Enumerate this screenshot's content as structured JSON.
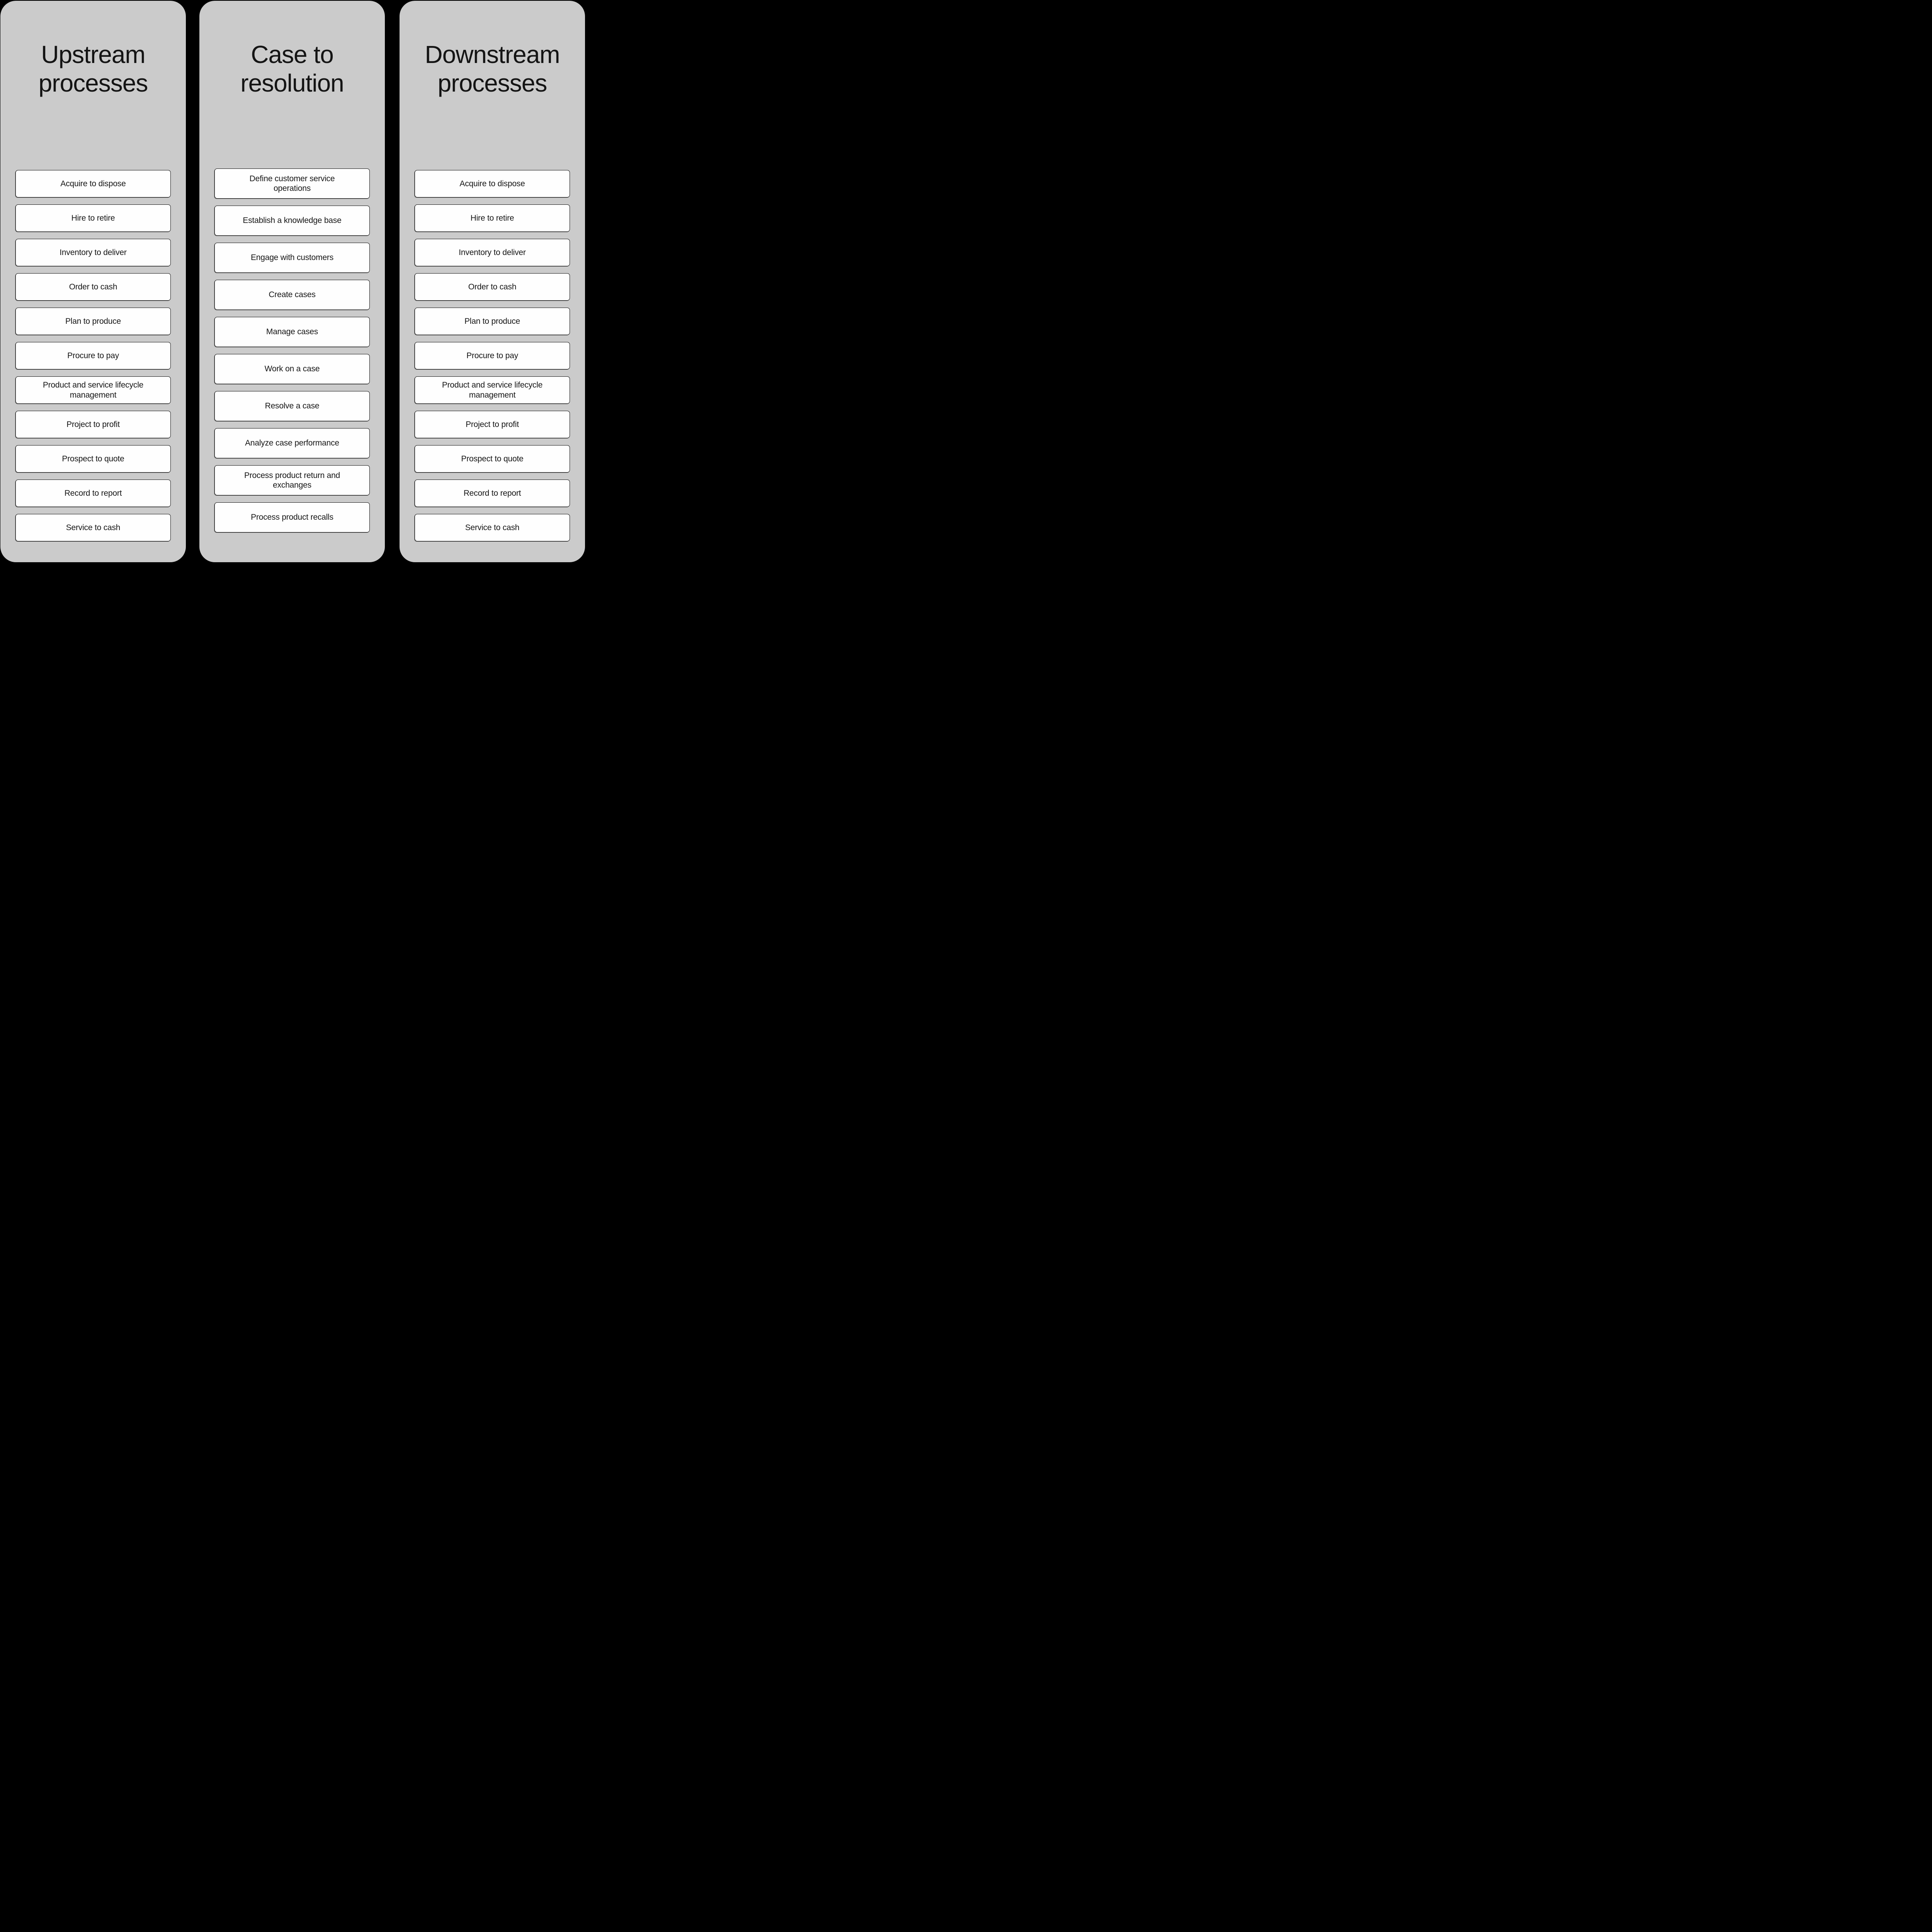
{
  "diagram": {
    "colors": {
      "background": "#000000",
      "panel": "#cbcbcb",
      "box_fill": "#fefefe",
      "box_border": "#0d0d0d",
      "text": "#151515"
    },
    "columns": [
      {
        "title": "Upstream processes",
        "items": [
          "Acquire to dispose",
          "Hire to retire",
          "Inventory to deliver",
          "Order to cash",
          "Plan to produce",
          "Procure to pay",
          "Product and service lifecycle management",
          "Project to profit",
          "Prospect to quote",
          "Record to report",
          "Service to cash"
        ]
      },
      {
        "title": "Case to resolution",
        "items": [
          "Define customer service operations",
          "Establish a knowledge base",
          "Engage with customers",
          "Create cases",
          "Manage cases",
          "Work on a case",
          "Resolve a case",
          "Analyze case performance",
          "Process product return and exchanges",
          "Process product recalls"
        ]
      },
      {
        "title": "Downstream processes",
        "items": [
          "Acquire to dispose",
          "Hire to retire",
          "Inventory to deliver",
          "Order to cash",
          "Plan to produce",
          "Procure to pay",
          "Product and service lifecycle management",
          "Project to profit",
          "Prospect to quote",
          "Record to report",
          "Service to cash"
        ]
      }
    ]
  }
}
